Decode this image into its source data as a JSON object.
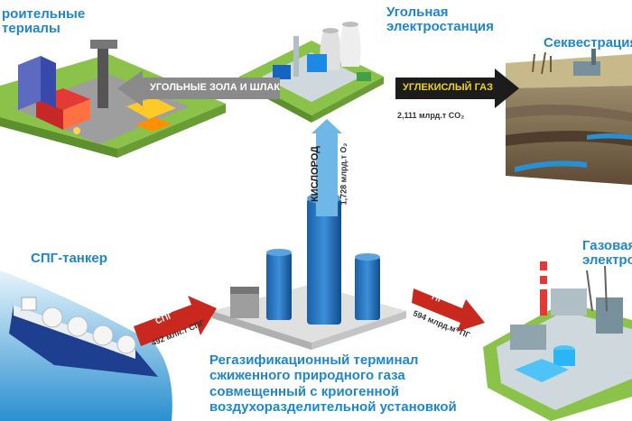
{
  "labels": {
    "building_materials": "роительные\nтериалы",
    "coal_plant": "Угольная\nэлектростанция",
    "sequestration": "Секвестрация",
    "lng_tanker": "СПГ-танкер",
    "gas_plant": "Газовая\nэлектро",
    "terminal": "Регазификационный терминал\nсжиженного природного газа\nсовмещенный с криогенной\nвоздухоразделительной установкой"
  },
  "arrows": {
    "ash": "УГОЛЬНЫЕ ЗОЛА И ШЛАК",
    "co2": "УГЛЕКИСЛЫЙ ГАЗ",
    "co2_amount": "2,111 млрд.т CO₂",
    "oxygen": "КИСЛОРОД",
    "oxygen_amount": "1,728 млрд.т O₂",
    "lng": "СПГ",
    "lng_amount": "492 млн.т СПГ",
    "ng": "ПГ",
    "ng_amount": "594 млрд.м³ ПГ"
  },
  "colors": {
    "label_blue": "#1f86c8",
    "arrow_red": "#c8281e",
    "arrow_gray": "#8a8a8a",
    "arrow_black": "#1c1c1c",
    "arrow_lightblue": "#6fb7e6",
    "co2_text": "#f2d21c"
  }
}
